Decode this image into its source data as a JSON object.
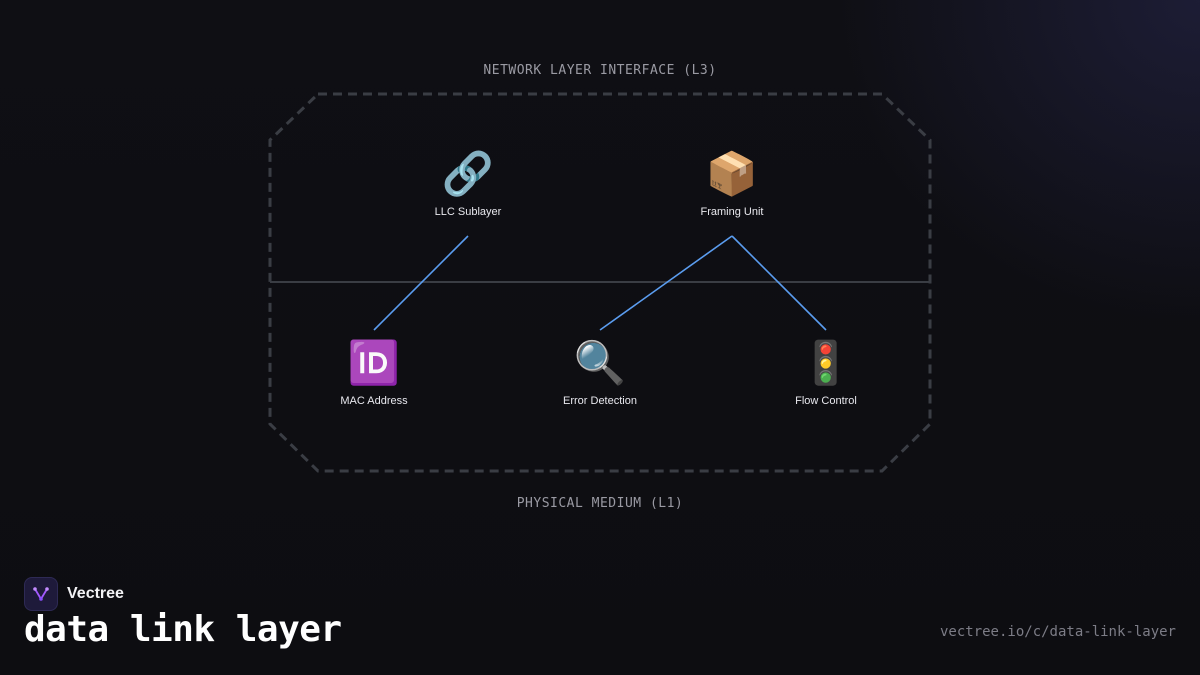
{
  "diagram": {
    "top_label": "NETWORK LAYER INTERFACE (L3)",
    "bottom_label": "PHYSICAL MEDIUM (L1)",
    "nodes": [
      {
        "id": "llc",
        "label": "LLC Sublayer",
        "icon": "🔗",
        "icon_name": "link-icon"
      },
      {
        "id": "framing",
        "label": "Framing Unit",
        "icon": "📦",
        "icon_name": "package-icon"
      },
      {
        "id": "mac",
        "label": "MAC Address",
        "icon": "🆔",
        "icon_name": "id-icon"
      },
      {
        "id": "error",
        "label": "Error Detection",
        "icon": "🔍",
        "icon_name": "magnifier-icon"
      },
      {
        "id": "flow",
        "label": "Flow Control",
        "icon": "🚦",
        "icon_name": "traffic-light-icon"
      }
    ],
    "edges": [
      {
        "from": "llc",
        "to": "mac"
      },
      {
        "from": "framing",
        "to": "error"
      },
      {
        "from": "framing",
        "to": "flow"
      }
    ],
    "colors": {
      "edge": "#5b9df0",
      "boundary": "#3a3d44",
      "divider": "#3a3d44"
    }
  },
  "footer": {
    "brand_name": "Vectree",
    "title": "data link layer",
    "url": "vectree.io/c/data-link-layer"
  }
}
